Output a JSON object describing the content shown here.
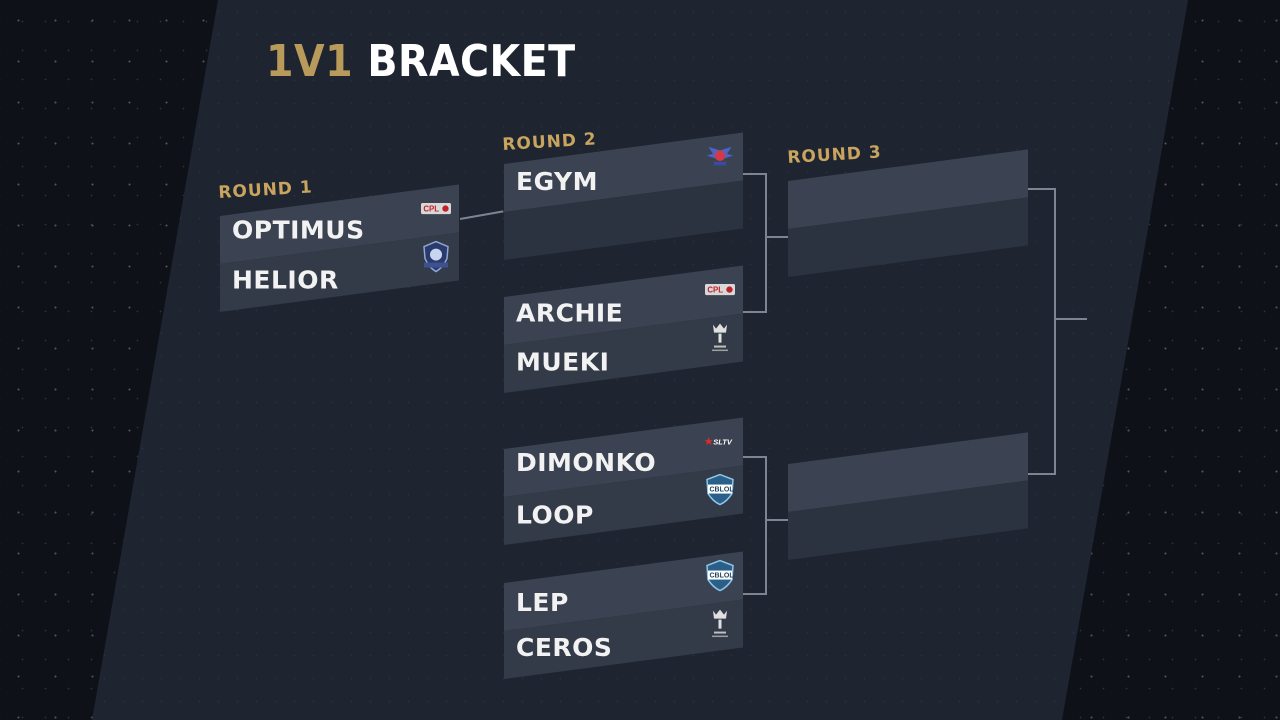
{
  "title": {
    "accent": "1V1",
    "main": "BRACKET"
  },
  "rounds": [
    {
      "label": "ROUND 1"
    },
    {
      "label": "ROUND 2"
    },
    {
      "label": "ROUND 3"
    }
  ],
  "round1": {
    "match1": {
      "player1": {
        "name": "OPTIMUS",
        "logo": "cpl-logo"
      },
      "player2": {
        "name": "HELIOR",
        "logo": "shield-mascot-logo"
      }
    }
  },
  "round2": {
    "match1": {
      "player1": {
        "name": "EGYM",
        "logo": "wings-logo"
      },
      "player2": {
        "name": "",
        "logo": ""
      }
    },
    "match2": {
      "player1": {
        "name": "ARCHIE",
        "logo": "cpl-logo"
      },
      "player2": {
        "name": "MUEKI",
        "logo": "crown-league-logo"
      }
    },
    "match3": {
      "player1": {
        "name": "DIMONKO",
        "logo": "sltv-logo"
      },
      "player2": {
        "name": "LOOP",
        "logo": "cblol-logo"
      }
    },
    "match4": {
      "player1": {
        "name": "LEP",
        "logo": "cblol-logo"
      },
      "player2": {
        "name": "CEROS",
        "logo": "crown-league-logo"
      }
    }
  },
  "round3": {
    "match1": {
      "player1": {
        "name": ""
      },
      "player2": {
        "name": ""
      }
    },
    "match2": {
      "player1": {
        "name": ""
      },
      "player2": {
        "name": ""
      }
    }
  },
  "logo_text": {
    "cpl": "CPL",
    "sltv": "SLTV",
    "cblol": "CBLOL"
  },
  "colors": {
    "accent": "#b89a5b",
    "round_label": "#c8a45f",
    "panel": "#1e2430",
    "row": "#3b4352"
  }
}
